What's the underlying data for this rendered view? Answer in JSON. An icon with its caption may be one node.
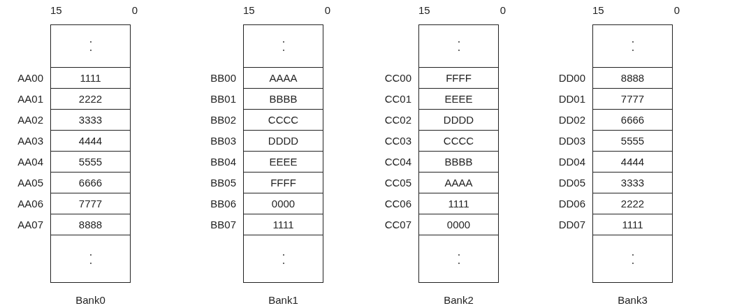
{
  "diagram": {
    "nodes": [
      {
        "text": [
          "Bank0"
        ]
      },
      {
        "text": [],
        "shape": "box",
        "in": 0
      },
      {
        "text": [
          "1111"
        ],
        "beside": [
          "AA00"
        ],
        "in": 0
      },
      {
        "text": [
          "2222"
        ],
        "beside": [
          "AA01"
        ],
        "in": 0
      },
      {
        "text": [
          "3333"
        ],
        "beside": [
          "AA02"
        ],
        "in": 0
      },
      {
        "text": [
          "4444"
        ],
        "beside": [
          "AA03"
        ],
        "in": 0
      },
      {
        "text": [
          "5555"
        ],
        "beside": [
          "AA04"
        ],
        "in": 0
      },
      {
        "text": [
          "6666"
        ],
        "beside": [
          "AA05"
        ],
        "in": 0
      },
      {
        "text": [
          "7777"
        ],
        "beside": [
          "AA06"
        ],
        "in": 0
      },
      {
        "text": [
          "8888"
        ],
        "beside": [
          "AA07"
        ],
        "in": 0
      },
      {
        "text": [],
        "shape": "box",
        "in": 0
      },
      {
        "text": [
          "Bank1"
        ]
      },
      {
        "text": [],
        "shape": "box",
        "in": 11
      },
      {
        "text": [
          "AAAA"
        ],
        "beside": [
          "BB00"
        ],
        "in": 11
      },
      {
        "text": [
          "BBBB"
        ],
        "beside": [
          "BB01"
        ],
        "in": 11
      },
      {
        "text": [
          "CCCC"
        ],
        "beside": [
          "BB02"
        ],
        "in": 11
      },
      {
        "text": [
          "DDDD"
        ],
        "beside": [
          "BB03"
        ],
        "in": 11
      },
      {
        "text": [
          "EEEE"
        ],
        "beside": [
          "BB04"
        ],
        "in": 11
      },
      {
        "text": [
          "FFFF"
        ],
        "beside": [
          "BB05"
        ],
        "in": 11
      },
      {
        "text": [
          "0000"
        ],
        "beside": [
          "BB06"
        ],
        "in": 11
      },
      {
        "text": [
          "1111"
        ],
        "beside": [
          "BB07"
        ],
        "in": 11
      },
      {
        "text": [],
        "shape": "box",
        "in": 11
      },
      {
        "text": [
          "Bank2"
        ]
      },
      {
        "text": [],
        "shape": "box",
        "in": 22
      },
      {
        "text": [
          "FFFF"
        ],
        "beside": [
          "CC00"
        ],
        "in": 22
      },
      {
        "text": [
          "EEEE"
        ],
        "beside": [
          "CC01"
        ],
        "in": 22
      },
      {
        "text": [
          "DDDD"
        ],
        "beside": [
          "CC02"
        ],
        "in": 22
      },
      {
        "text": [
          "CCCC"
        ],
        "beside": [
          "CC03"
        ],
        "in": 22
      },
      {
        "text": [
          "BBBB"
        ],
        "beside": [
          "CC04"
        ],
        "in": 22
      },
      {
        "text": [
          "AAAA"
        ],
        "beside": [
          "CC05"
        ],
        "in": 22
      },
      {
        "text": [
          "1111"
        ],
        "beside": [
          "CC06"
        ],
        "in": 22
      },
      {
        "text": [
          "0000"
        ],
        "beside": [
          "CC07"
        ],
        "in": 22
      },
      {
        "text": [],
        "shape": "box",
        "in": 22
      },
      {
        "text": [
          "Bank3"
        ]
      },
      {
        "text": [],
        "shape": "box",
        "in": 33
      },
      {
        "text": [
          "8888"
        ],
        "beside": [
          "DD00"
        ],
        "in": 33
      },
      {
        "text": [
          "7777"
        ],
        "beside": [
          "DD01"
        ],
        "in": 33
      },
      {
        "text": [
          "6666"
        ],
        "beside": [
          "DD02"
        ],
        "in": 33
      },
      {
        "text": [
          "5555"
        ],
        "beside": [
          "DD03"
        ],
        "in": 33
      },
      {
        "text": [
          "4444"
        ],
        "beside": [
          "DD04"
        ],
        "in": 33
      },
      {
        "text": [
          "3333"
        ],
        "beside": [
          "DD05"
        ],
        "in": 33
      },
      {
        "text": [
          "2222"
        ],
        "beside": [
          "DD06"
        ],
        "in": 33
      },
      {
        "text": [
          "1111"
        ],
        "beside": [
          "DD07"
        ],
        "in": 33
      },
      {
        "text": [],
        "shape": "box",
        "in": 33
      }
    ],
    "edges": [],
    "labels": [
      "15",
      "0",
      "15",
      "0",
      "15",
      "0",
      "15",
      "0"
    ]
  }
}
